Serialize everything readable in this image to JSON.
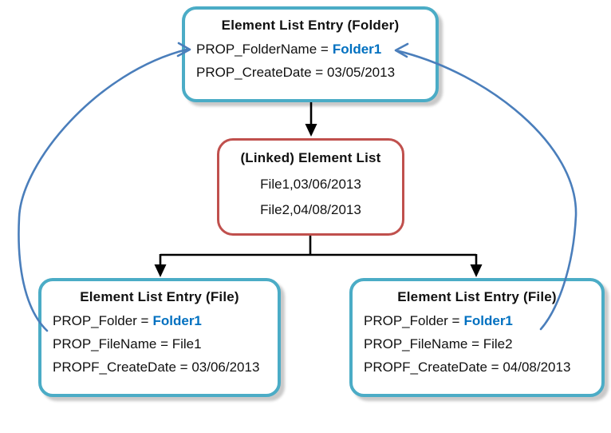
{
  "colors": {
    "node_border_teal": "#4BACC6",
    "node_border_red": "#C0504D",
    "relation_arrow_blue": "#4A7EBB",
    "highlight_value_blue": "#0070C0",
    "connector_black": "#000000",
    "shadow_gray": "#C9C9C9",
    "text": "#111111",
    "background": "#FFFFFF"
  },
  "boxes": {
    "folder": {
      "title": "Element List Entry (Folder)",
      "rows": [
        {
          "label": "PROP_FolderName =",
          "value": "Folder1"
        },
        {
          "label": "PROP_CreateDate = 03/05/2013",
          "value": ""
        }
      ]
    },
    "linked_list": {
      "title": "(Linked) Element List",
      "rows": [
        {
          "label": "File1,03/06/2013"
        },
        {
          "label": "File2,04/08/2013"
        }
      ]
    },
    "file1": {
      "title": "Element List Entry (File)",
      "rows": [
        {
          "label": "PROP_Folder =",
          "value": "Folder1"
        },
        {
          "label": "PROP_FileName = File1",
          "value": ""
        },
        {
          "label": "PROPF_CreateDate = 03/06/2013",
          "value": ""
        }
      ]
    },
    "file2": {
      "title": "Element List Entry (File)",
      "rows": [
        {
          "label": "PROP_Folder =",
          "value": "Folder1"
        },
        {
          "label": "PROP_FileName = File2",
          "value": ""
        },
        {
          "label": "PROPF_CreateDate = 04/08/2013",
          "value": ""
        }
      ]
    }
  },
  "arrows": {
    "folder_to_list": {
      "style": "black-straight",
      "from": "folder-entry",
      "to": "linked-element-list"
    },
    "list_to_file1": {
      "style": "black-tree",
      "from": "linked-element-list",
      "to": "file-entry-1"
    },
    "list_to_file2": {
      "style": "black-tree",
      "from": "linked-element-list",
      "to": "file-entry-2"
    },
    "file1_to_folder": {
      "style": "blue-curve",
      "from": "file-entry-1 PROP_Folder",
      "to": "folder-entry PROP_FolderName"
    },
    "file2_to_folder": {
      "style": "blue-curve",
      "from": "file-entry-2 PROP_Folder",
      "to": "folder-entry PROP_FolderName"
    }
  }
}
